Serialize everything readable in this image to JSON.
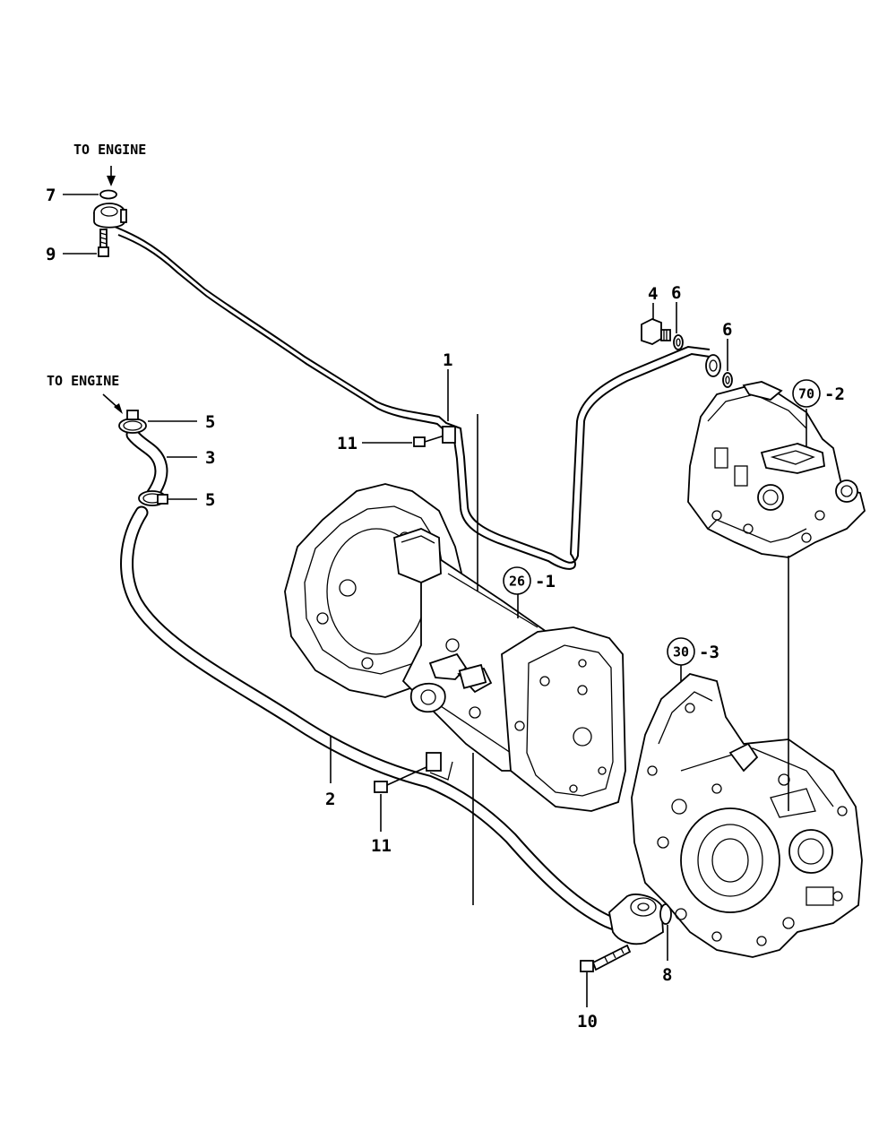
{
  "notes": {
    "to_engine_top": "TO ENGINE",
    "to_engine_left": "TO ENGINE"
  },
  "callouts": {
    "c1": "1",
    "c2": "2",
    "c3": "3",
    "c4": "4",
    "c5a": "5",
    "c5b": "5",
    "c6a": "6",
    "c6b": "6",
    "c7": "7",
    "c8": "8",
    "c9": "9",
    "c10": "10",
    "c11a": "11",
    "c11b": "11"
  },
  "references": {
    "ref70": {
      "circle": "70",
      "suffix": "-2"
    },
    "ref26": {
      "circle": "26",
      "suffix": "-1"
    },
    "ref30": {
      "circle": "30",
      "suffix": "-3"
    }
  }
}
